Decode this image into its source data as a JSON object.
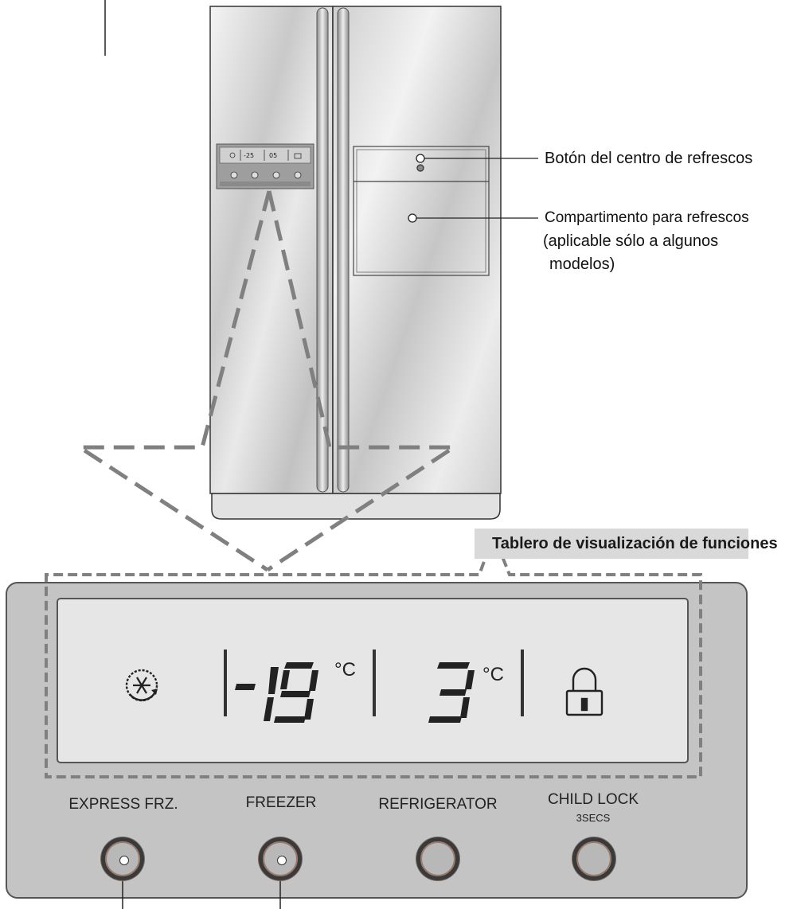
{
  "callouts": {
    "refresh_button": "Botón del centro de refrescos",
    "compartment_line1": "Compartimento para refrescos",
    "compartment_line2": "(aplicable sólo a algunos",
    "compartment_line3": "modelos)"
  },
  "panel_title": "Tablero de visualización de funciones",
  "display": {
    "freezer_sign": "-",
    "freezer_temp": "19",
    "freezer_unit": "°C",
    "fridge_temp": "3",
    "fridge_unit": "°C"
  },
  "buttons": [
    {
      "label": "EXPRESS FRZ.",
      "sublabel": ""
    },
    {
      "label": "FREEZER",
      "sublabel": ""
    },
    {
      "label": "REFRIGERATOR",
      "sublabel": ""
    },
    {
      "label": "CHILD LOCK",
      "sublabel": "3SECS"
    }
  ],
  "mini_display": {
    "freezer": "-25",
    "fridge": "05"
  },
  "icons": {
    "express_freeze": "snowflake-rotate-icon",
    "child_lock": "padlock-icon"
  },
  "colors": {
    "panel": "#c4c4c4",
    "screen": "#e6e6e6",
    "dash": "#808080",
    "fridge_body": "#d8d8d8"
  }
}
